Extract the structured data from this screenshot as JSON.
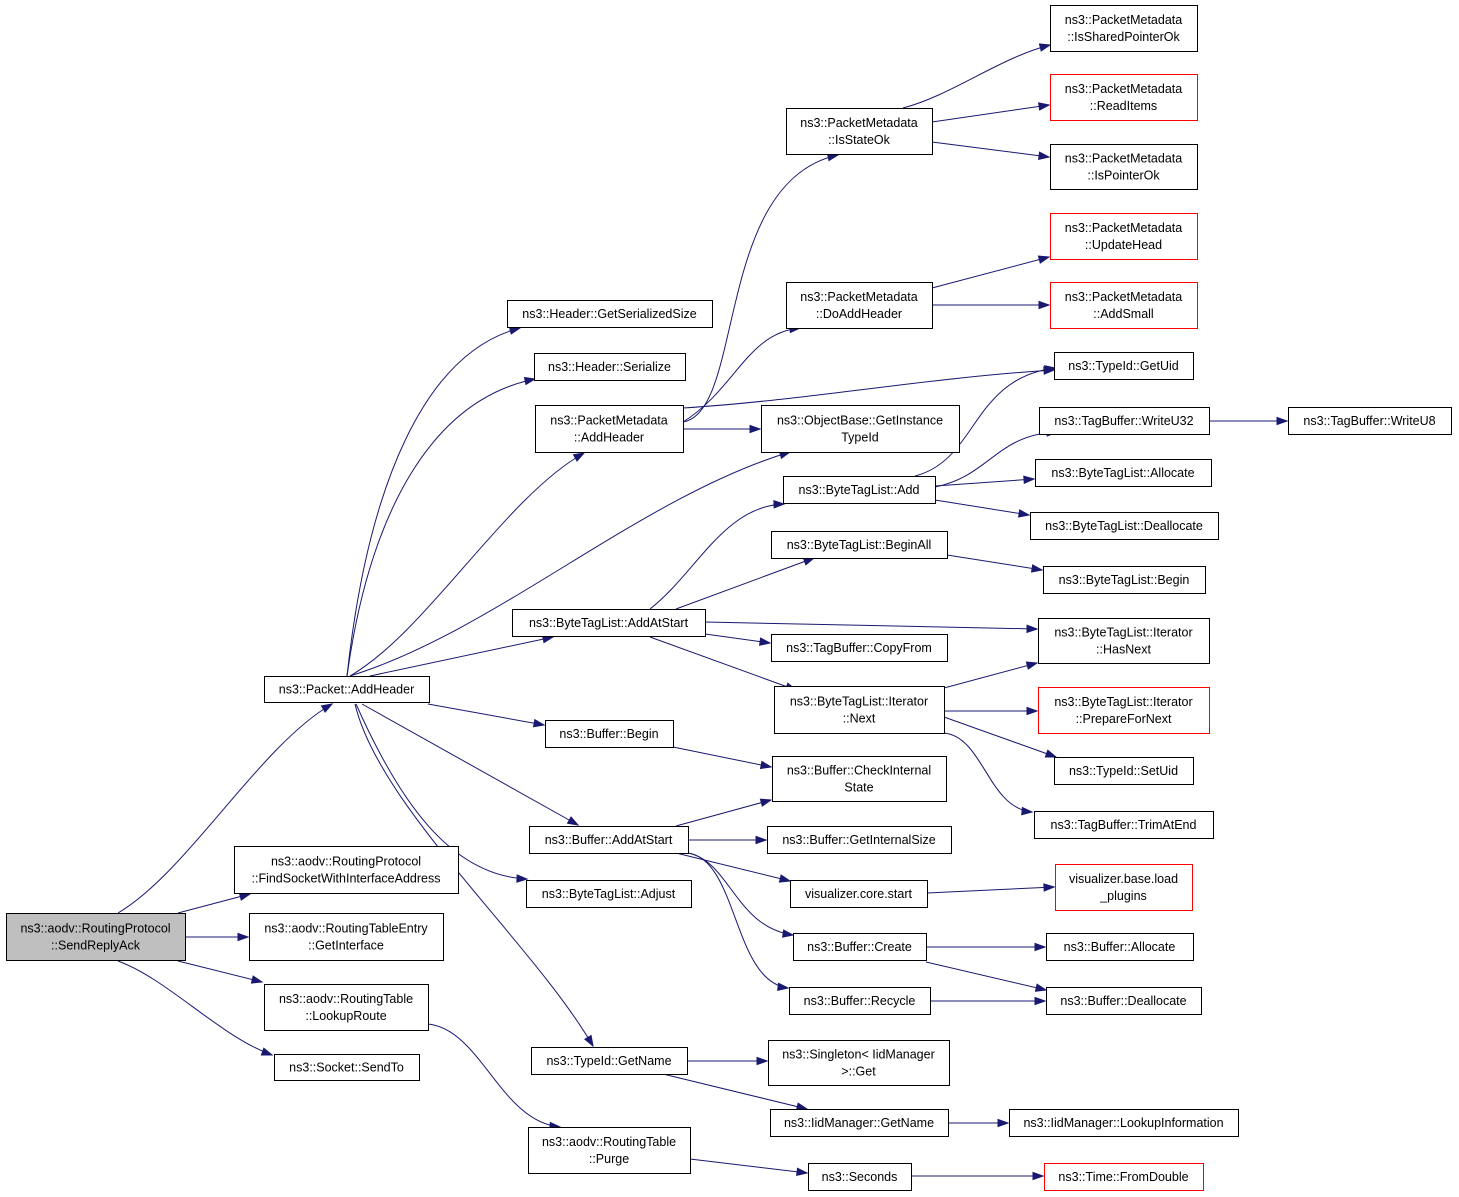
{
  "colors": {
    "edge": "#191970",
    "node_border": "#000000",
    "node_fill": "#ffffff",
    "root_fill": "#bfbfbf",
    "truncated_border": "#ff0000"
  },
  "nodes": [
    {
      "id": "root",
      "lines": [
        "ns3::aodv::RoutingProtocol",
        "::SendReplyAck"
      ],
      "style": "root"
    },
    {
      "id": "packet_addheader",
      "lines": [
        "ns3::Packet::AddHeader"
      ],
      "style": "normal"
    },
    {
      "id": "find_socket",
      "lines": [
        "ns3::aodv::RoutingProtocol",
        "::FindSocketWithInterfaceAddress"
      ],
      "style": "normal"
    },
    {
      "id": "rte_getinterface",
      "lines": [
        "ns3::aodv::RoutingTableEntry",
        "::GetInterface"
      ],
      "style": "normal"
    },
    {
      "id": "rt_lookuproute",
      "lines": [
        "ns3::aodv::RoutingTable",
        "::LookupRoute"
      ],
      "style": "normal"
    },
    {
      "id": "socket_sendto",
      "lines": [
        "ns3::Socket::SendTo"
      ],
      "style": "normal"
    },
    {
      "id": "header_getserializedsize",
      "lines": [
        "ns3::Header::GetSerializedSize"
      ],
      "style": "normal"
    },
    {
      "id": "header_serialize",
      "lines": [
        "ns3::Header::Serialize"
      ],
      "style": "normal"
    },
    {
      "id": "pm_addheader",
      "lines": [
        "ns3::PacketMetadata",
        "::AddHeader"
      ],
      "style": "normal"
    },
    {
      "id": "btl_addatstart",
      "lines": [
        "ns3::ByteTagList::AddAtStart"
      ],
      "style": "normal"
    },
    {
      "id": "buffer_begin",
      "lines": [
        "ns3::Buffer::Begin"
      ],
      "style": "normal"
    },
    {
      "id": "buffer_addatstart",
      "lines": [
        "ns3::Buffer::AddAtStart"
      ],
      "style": "normal"
    },
    {
      "id": "btl_adjust",
      "lines": [
        "ns3::ByteTagList::Adjust"
      ],
      "style": "normal"
    },
    {
      "id": "typeid_getname",
      "lines": [
        "ns3::TypeId::GetName"
      ],
      "style": "normal"
    },
    {
      "id": "rt_purge",
      "lines": [
        "ns3::aodv::RoutingTable",
        "::Purge"
      ],
      "style": "normal"
    },
    {
      "id": "pm_isstateok",
      "lines": [
        "ns3::PacketMetadata",
        "::IsStateOk"
      ],
      "style": "normal"
    },
    {
      "id": "pm_doaddheader",
      "lines": [
        "ns3::PacketMetadata",
        "::DoAddHeader"
      ],
      "style": "normal"
    },
    {
      "id": "objectbase_getinstancetypeid",
      "lines": [
        "ns3::ObjectBase::GetInstance",
        "TypeId"
      ],
      "style": "normal"
    },
    {
      "id": "btl_add",
      "lines": [
        "ns3::ByteTagList::Add"
      ],
      "style": "normal"
    },
    {
      "id": "btl_beginall",
      "lines": [
        "ns3::ByteTagList::BeginAll"
      ],
      "style": "normal"
    },
    {
      "id": "tagbuffer_copyfrom",
      "lines": [
        "ns3::TagBuffer::CopyFrom"
      ],
      "style": "normal"
    },
    {
      "id": "btl_iterator_next",
      "lines": [
        "ns3::ByteTagList::Iterator",
        "::Next"
      ],
      "style": "normal"
    },
    {
      "id": "buffer_checkinternalstate",
      "lines": [
        "ns3::Buffer::CheckInternal",
        "State"
      ],
      "style": "normal"
    },
    {
      "id": "buffer_getinternalsize",
      "lines": [
        "ns3::Buffer::GetInternalSize"
      ],
      "style": "normal"
    },
    {
      "id": "visualizer_core_start",
      "lines": [
        "visualizer.core.start"
      ],
      "style": "normal"
    },
    {
      "id": "buffer_create",
      "lines": [
        "ns3::Buffer::Create"
      ],
      "style": "normal"
    },
    {
      "id": "buffer_recycle",
      "lines": [
        "ns3::Buffer::Recycle"
      ],
      "style": "normal"
    },
    {
      "id": "singleton_get",
      "lines": [
        "ns3::Singleton< IidManager",
        ">::Get"
      ],
      "style": "normal"
    },
    {
      "id": "iidmanager_getname",
      "lines": [
        "ns3::IidManager::GetName"
      ],
      "style": "normal"
    },
    {
      "id": "seconds",
      "lines": [
        "ns3::Seconds"
      ],
      "style": "normal"
    },
    {
      "id": "pm_issharedpointerok",
      "lines": [
        "ns3::PacketMetadata",
        "::IsSharedPointerOk"
      ],
      "style": "normal"
    },
    {
      "id": "pm_readitems",
      "lines": [
        "ns3::PacketMetadata",
        "::ReadItems"
      ],
      "style": "truncated"
    },
    {
      "id": "pm_ispointerok",
      "lines": [
        "ns3::PacketMetadata",
        "::IsPointerOk"
      ],
      "style": "normal"
    },
    {
      "id": "pm_updatehead",
      "lines": [
        "ns3::PacketMetadata",
        "::UpdateHead"
      ],
      "style": "truncated"
    },
    {
      "id": "pm_addsmall",
      "lines": [
        "ns3::PacketMetadata",
        "::AddSmall"
      ],
      "style": "truncated"
    },
    {
      "id": "typeid_getuid",
      "lines": [
        "ns3::TypeId::GetUid"
      ],
      "style": "normal"
    },
    {
      "id": "tagbuffer_writeu32",
      "lines": [
        "ns3::TagBuffer::WriteU32"
      ],
      "style": "normal"
    },
    {
      "id": "btl_allocate",
      "lines": [
        "ns3::ByteTagList::Allocate"
      ],
      "style": "normal"
    },
    {
      "id": "btl_deallocate",
      "lines": [
        "ns3::ByteTagList::Deallocate"
      ],
      "style": "normal"
    },
    {
      "id": "btl_begin",
      "lines": [
        "ns3::ByteTagList::Begin"
      ],
      "style": "normal"
    },
    {
      "id": "btl_iterator_hasnext",
      "lines": [
        "ns3::ByteTagList::Iterator",
        "::HasNext"
      ],
      "style": "normal"
    },
    {
      "id": "btl_iterator_preparefornext",
      "lines": [
        "ns3::ByteTagList::Iterator",
        "::PrepareForNext"
      ],
      "style": "truncated"
    },
    {
      "id": "typeid_setuid",
      "lines": [
        "ns3::TypeId::SetUid"
      ],
      "style": "normal"
    },
    {
      "id": "tagbuffer_trimatend",
      "lines": [
        "ns3::TagBuffer::TrimAtEnd"
      ],
      "style": "normal"
    },
    {
      "id": "visualizer_base_load_plugins",
      "lines": [
        "visualizer.base.load",
        "_plugins"
      ],
      "style": "truncated"
    },
    {
      "id": "buffer_allocate",
      "lines": [
        "ns3::Buffer::Allocate"
      ],
      "style": "normal"
    },
    {
      "id": "buffer_deallocate",
      "lines": [
        "ns3::Buffer::Deallocate"
      ],
      "style": "normal"
    },
    {
      "id": "iidmanager_lookupinformation",
      "lines": [
        "ns3::IidManager::LookupInformation"
      ],
      "style": "normal"
    },
    {
      "id": "time_fromdouble",
      "lines": [
        "ns3::Time::FromDouble"
      ],
      "style": "truncated"
    },
    {
      "id": "tagbuffer_writeu8",
      "lines": [
        "ns3::TagBuffer::WriteU8"
      ],
      "style": "normal"
    }
  ],
  "edges": [
    {
      "from": "root",
      "to": "packet_addheader"
    },
    {
      "from": "root",
      "to": "find_socket"
    },
    {
      "from": "root",
      "to": "rte_getinterface"
    },
    {
      "from": "root",
      "to": "rt_lookuproute"
    },
    {
      "from": "root",
      "to": "socket_sendto"
    },
    {
      "from": "packet_addheader",
      "to": "header_getserializedsize"
    },
    {
      "from": "packet_addheader",
      "to": "header_serialize"
    },
    {
      "from": "packet_addheader",
      "to": "pm_addheader"
    },
    {
      "from": "packet_addheader",
      "to": "objectbase_getinstancetypeid"
    },
    {
      "from": "packet_addheader",
      "to": "btl_addatstart"
    },
    {
      "from": "packet_addheader",
      "to": "buffer_begin"
    },
    {
      "from": "packet_addheader",
      "to": "buffer_addatstart"
    },
    {
      "from": "packet_addheader",
      "to": "btl_adjust"
    },
    {
      "from": "packet_addheader",
      "to": "typeid_getname"
    },
    {
      "from": "rt_lookuproute",
      "to": "rt_purge"
    },
    {
      "from": "pm_addheader",
      "to": "pm_isstateok"
    },
    {
      "from": "pm_addheader",
      "to": "pm_doaddheader"
    },
    {
      "from": "pm_addheader",
      "to": "typeid_getuid"
    },
    {
      "from": "pm_addheader",
      "to": "objectbase_getinstancetypeid"
    },
    {
      "from": "pm_isstateok",
      "to": "pm_issharedpointerok"
    },
    {
      "from": "pm_isstateok",
      "to": "pm_readitems"
    },
    {
      "from": "pm_isstateok",
      "to": "pm_ispointerok"
    },
    {
      "from": "pm_doaddheader",
      "to": "pm_updatehead"
    },
    {
      "from": "pm_doaddheader",
      "to": "pm_addsmall"
    },
    {
      "from": "btl_addatstart",
      "to": "btl_add"
    },
    {
      "from": "btl_addatstart",
      "to": "btl_beginall"
    },
    {
      "from": "btl_addatstart",
      "to": "btl_iterator_hasnext"
    },
    {
      "from": "btl_addatstart",
      "to": "tagbuffer_copyfrom"
    },
    {
      "from": "btl_addatstart",
      "to": "btl_iterator_next"
    },
    {
      "from": "btl_add",
      "to": "typeid_getuid"
    },
    {
      "from": "btl_add",
      "to": "tagbuffer_writeu32"
    },
    {
      "from": "btl_add",
      "to": "btl_allocate"
    },
    {
      "from": "btl_add",
      "to": "btl_deallocate"
    },
    {
      "from": "btl_beginall",
      "to": "btl_begin"
    },
    {
      "from": "btl_iterator_next",
      "to": "btl_iterator_hasnext"
    },
    {
      "from": "btl_iterator_next",
      "to": "btl_iterator_preparefornext"
    },
    {
      "from": "btl_iterator_next",
      "to": "typeid_setuid"
    },
    {
      "from": "btl_iterator_next",
      "to": "tagbuffer_trimatend"
    },
    {
      "from": "tagbuffer_writeu32",
      "to": "tagbuffer_writeu8"
    },
    {
      "from": "buffer_begin",
      "to": "buffer_checkinternalstate"
    },
    {
      "from": "buffer_addatstart",
      "to": "buffer_checkinternalstate"
    },
    {
      "from": "buffer_addatstart",
      "to": "buffer_getinternalsize"
    },
    {
      "from": "buffer_addatstart",
      "to": "visualizer_core_start"
    },
    {
      "from": "buffer_addatstart",
      "to": "buffer_create"
    },
    {
      "from": "buffer_addatstart",
      "to": "buffer_recycle"
    },
    {
      "from": "visualizer_core_start",
      "to": "visualizer_base_load_plugins"
    },
    {
      "from": "buffer_create",
      "to": "buffer_allocate"
    },
    {
      "from": "buffer_create",
      "to": "buffer_deallocate"
    },
    {
      "from": "buffer_recycle",
      "to": "buffer_deallocate"
    },
    {
      "from": "typeid_getname",
      "to": "singleton_get"
    },
    {
      "from": "typeid_getname",
      "to": "iidmanager_getname"
    },
    {
      "from": "iidmanager_getname",
      "to": "iidmanager_lookupinformation"
    },
    {
      "from": "rt_purge",
      "to": "seconds"
    },
    {
      "from": "seconds",
      "to": "time_fromdouble"
    }
  ]
}
